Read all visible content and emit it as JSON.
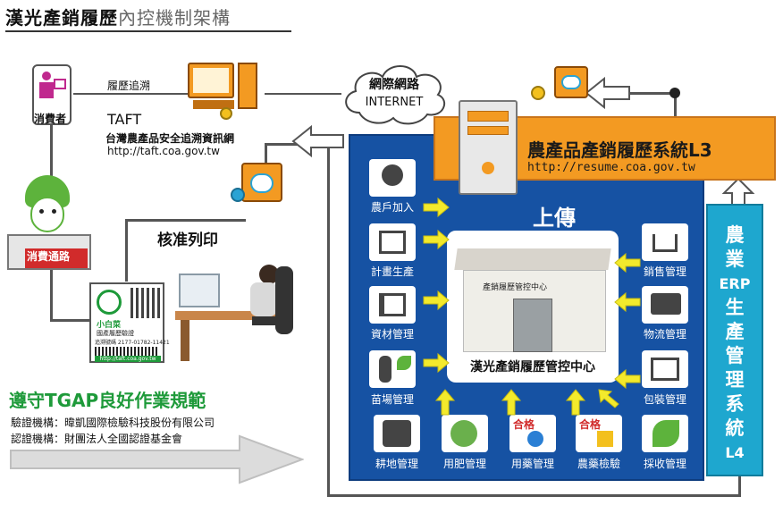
{
  "header": {
    "title_bold": "漢光產銷履歷",
    "title_light": "內控機制架構"
  },
  "consumer": {
    "label": "消費者",
    "trace_label": "履歷追溯"
  },
  "taft": {
    "name": "TAFT",
    "full": "台灣農產品安全追溯資訊網",
    "url": "http://taft.coa.gov.tw"
  },
  "internet": {
    "line1": "網際網路",
    "line2": "INTERNET"
  },
  "l3": {
    "title": "農產品產銷履歷系統L3",
    "url": "http://resume.coa.gov.tw"
  },
  "upload_label": "上傳",
  "erp": {
    "chars": [
      "農",
      "業",
      "ERP",
      "生",
      "產",
      "管",
      "理",
      "系",
      "統",
      "L4"
    ]
  },
  "print_label": "核准列印",
  "channel_label": "消費通路",
  "label_card": {
    "product": "小白菜",
    "line2": "國產履歷驗證",
    "line3": "追溯號碼 2177-01782-11421",
    "url": "http://taft.coa.gov.tw"
  },
  "center": {
    "label": "漢光產銷履歷管控中心",
    "sign": "產銷履歷管控中心"
  },
  "left_items": [
    "農戶加入",
    "計畫生產",
    "資材管理",
    "苗場管理"
  ],
  "right_items": [
    "銷售管理",
    "物流管理",
    "包裝管理"
  ],
  "bottom_items": [
    "耕地管理",
    "用肥管理",
    "用藥管理",
    "農藥檢驗",
    "採收管理"
  ],
  "badge_text": "合格",
  "tgap": {
    "title": "遵守TGAP良好作業規範",
    "line1": "驗證機構：暐凱國際檢驗科技股份有限公司",
    "line2": "認證機構：財團法人全國認證基金會"
  },
  "colors": {
    "blue": "#1652a3",
    "orange": "#f39a22",
    "cyan": "#1ea7cf",
    "green": "#1e9a3a",
    "arrow_yellow": "#f3ea2c"
  }
}
